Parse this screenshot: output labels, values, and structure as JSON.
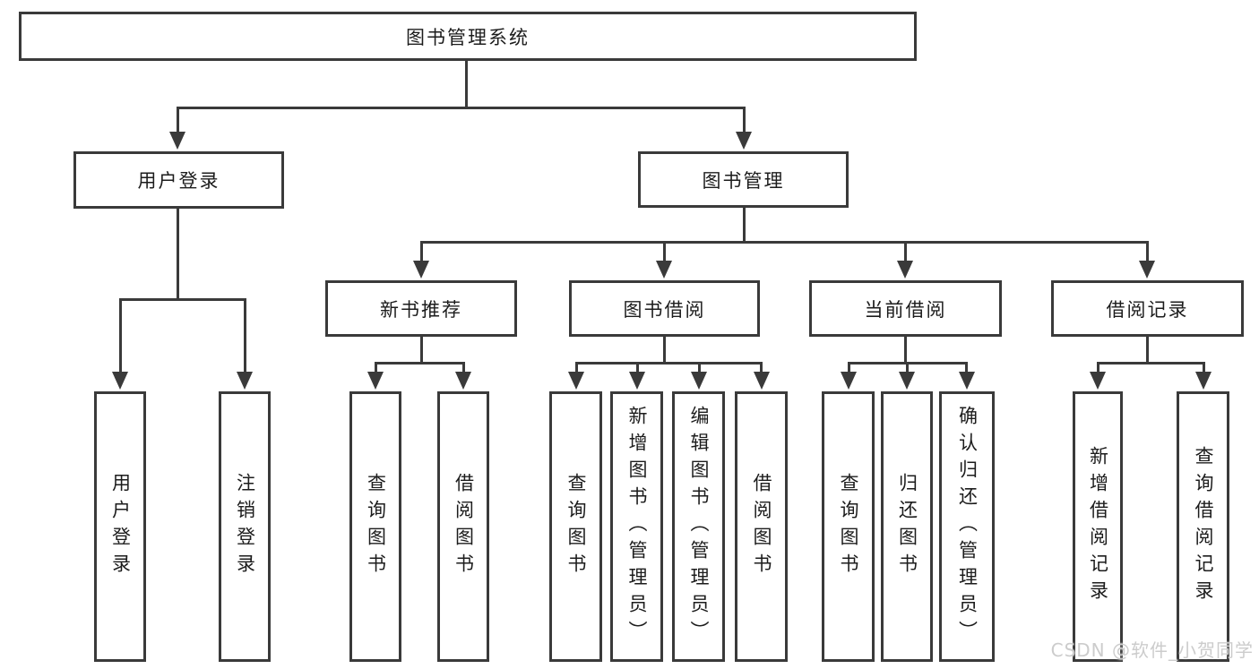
{
  "tree": {
    "root": {
      "label": "图书管理系统"
    },
    "branches": [
      {
        "label": "用户登录",
        "children": [
          {
            "label": "用户登录"
          },
          {
            "label": "注销登录"
          }
        ]
      },
      {
        "label": "图书管理",
        "children": [
          {
            "label": "新书推荐",
            "children": [
              {
                "label": "查询图书"
              },
              {
                "label": "借阅图书"
              }
            ]
          },
          {
            "label": "图书借阅",
            "children": [
              {
                "label": "查询图书"
              },
              {
                "label": "新增图书（管理员）"
              },
              {
                "label": "编辑图书（管理员）"
              },
              {
                "label": "借阅图书"
              }
            ]
          },
          {
            "label": "当前借阅",
            "children": [
              {
                "label": "查询图书"
              },
              {
                "label": "归还图书"
              },
              {
                "label": "确认归还（管理员）"
              }
            ]
          },
          {
            "label": "借阅记录",
            "children": [
              {
                "label": "新增借阅记录"
              },
              {
                "label": "查询借阅记录"
              }
            ]
          }
        ]
      }
    ]
  },
  "watermark": "CSDN @软件_小贺同学",
  "colors": {
    "line": "#3a3a3a",
    "text": "#1c1c1c",
    "watermark": "#cccccc",
    "background": "#ffffff"
  }
}
